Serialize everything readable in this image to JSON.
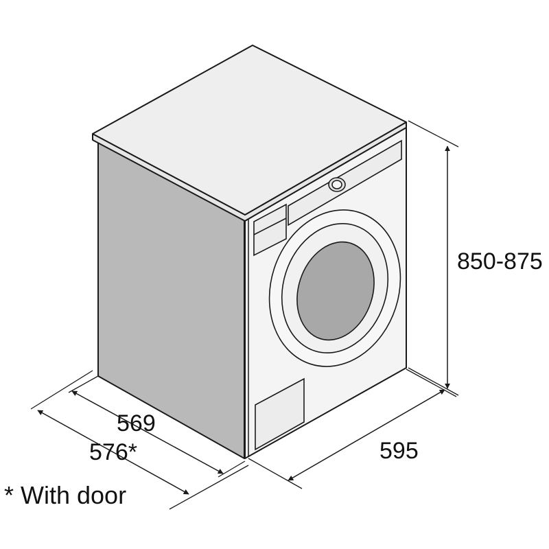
{
  "dimensions": {
    "height": "850-875",
    "width": "595",
    "depth": "569",
    "depth_with_door": "576*"
  },
  "footnote": "* With door",
  "colors": {
    "side_panel": "#b9b9b9",
    "front_panel": "#f4f4f4",
    "top_panel": "#eeeeee",
    "door_glass": "#a8a8a8",
    "line": "#1a1a1a"
  }
}
